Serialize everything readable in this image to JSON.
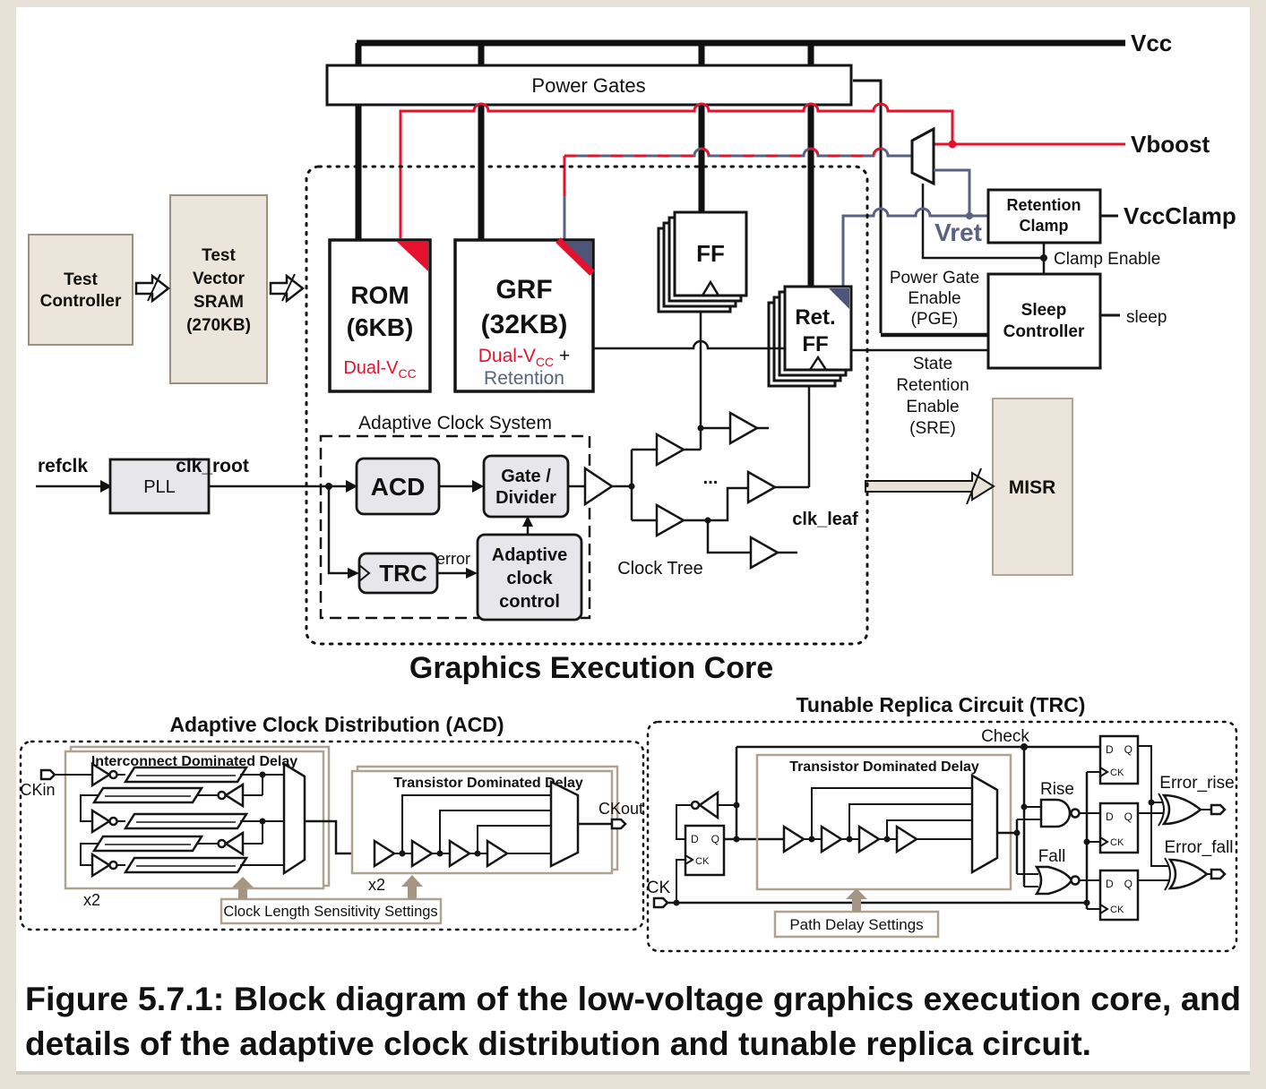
{
  "colors": {
    "accent_red": "#e5112d",
    "accent_slate": "#5a6282",
    "beige_fill": "#ece5db",
    "tan_border": "#b0a292",
    "panel_bg": "#ffffff",
    "page_bg": "#e7e0d7"
  },
  "main": {
    "vcc": "Vcc",
    "vboost": "Vboost",
    "vccclamp": "VccClamp",
    "vret": "Vret",
    "sleep": "sleep",
    "power_gates": "Power Gates",
    "clamp_enable": "Clamp Enable",
    "pge": [
      "Power Gate",
      "Enable",
      "(PGE)"
    ],
    "sre": [
      "State",
      "Retention",
      "Enable",
      "(SRE)"
    ],
    "misr": "MISR",
    "test_controller": [
      "Test",
      "Controller"
    ],
    "test_vector_sram": [
      "Test",
      "Vector",
      "SRAM",
      "(270KB)"
    ],
    "rom": {
      "name": "ROM",
      "size": "(6KB)",
      "dual_v": "Dual-V",
      "cc": "CC"
    },
    "grf": {
      "name": "GRF",
      "size": "(32KB)",
      "dual_v": "Dual-V",
      "cc": "CC",
      "plus": " +",
      "retention": "Retention"
    },
    "ff": "FF",
    "ret_ff": [
      "Ret.",
      "FF"
    ],
    "retention_clamp": [
      "Retention",
      "Clamp"
    ],
    "sleep_controller": [
      "Sleep",
      "Controller"
    ],
    "refclk": "refclk",
    "pll": "PLL",
    "clk_root": "clk_root",
    "acs_title": "Adaptive Clock System",
    "acd": "ACD",
    "gate_divider": [
      "Gate /",
      "Divider"
    ],
    "trc": "TRC",
    "acc": [
      "Adaptive",
      "clock",
      "control"
    ],
    "error": "error",
    "clock_tree": "Clock Tree",
    "ellipsis": "...",
    "clk_leaf": "clk_leaf",
    "gec_title": "Graphics Execution Core"
  },
  "acd_panel": {
    "title": "Adaptive Clock Distribution (ACD)",
    "ckin": "CKin",
    "ckout": "CKout",
    "idd": "Interconnect Dominated Delay",
    "tdd": "Transistor Dominated Delay",
    "x2": "x2",
    "clss": "Clock Length Sensitivity Settings"
  },
  "trc_panel": {
    "title": "Tunable Replica Circuit (TRC)",
    "check": "Check",
    "tdd": "Transistor Dominated Delay",
    "rise": "Rise",
    "fall": "Fall",
    "error_rise": "Error_rise",
    "error_fall": "Error_fall",
    "ck": "CK",
    "d": "D",
    "q": "Q",
    "pds": "Path Delay Settings"
  },
  "caption": {
    "line1": "Figure 5.7.1: Block diagram of the low-voltage graphics execution core, and",
    "line2": "details of the adaptive clock distribution and tunable replica circuit."
  }
}
